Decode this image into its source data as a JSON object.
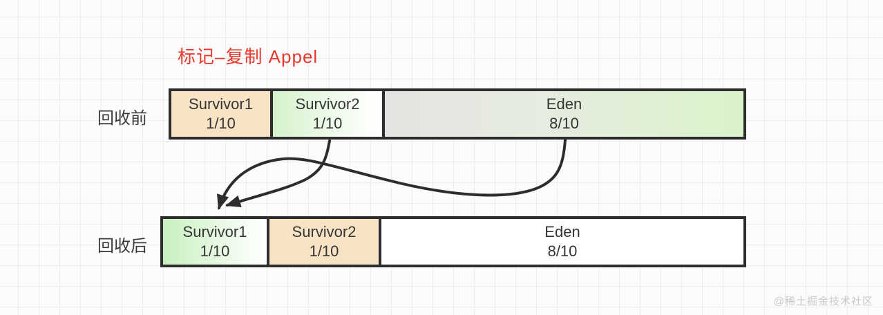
{
  "title": "标记–复制 Appel",
  "rows": {
    "before": {
      "label": "回收前",
      "boxes": [
        {
          "name": "Survivor1",
          "usage": "1/10"
        },
        {
          "name": "Survivor2",
          "usage": "1/10"
        },
        {
          "name": "Eden",
          "usage": "8/10"
        }
      ]
    },
    "after": {
      "label": "回收后",
      "boxes": [
        {
          "name": "Survivor1",
          "usage": "1/10"
        },
        {
          "name": "Survivor2",
          "usage": "1/10"
        },
        {
          "name": "Eden",
          "usage": "8/10"
        }
      ]
    }
  },
  "arrows": [
    {
      "from": "Survivor2-before",
      "to": "Survivor1-after"
    },
    {
      "from": "Eden-before",
      "to": "Survivor1-after"
    }
  ],
  "watermark": "@稀土掘金技术社区",
  "colors": {
    "title_red": "#e8392c",
    "border_dark": "#2d2d2d",
    "peach": "#f8e3c5",
    "green_strong": "#c9f0c0",
    "green_light": "#d6f3cd",
    "gray": "#e3e4e1",
    "text": "#343434",
    "watermark_gray": "#c9c9c9",
    "grid_line": "#ececf1"
  }
}
